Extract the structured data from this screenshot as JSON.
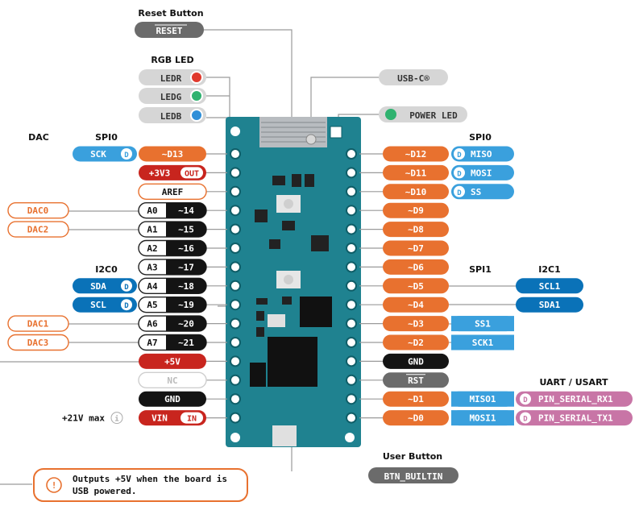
{
  "headers": {
    "reset_button": "Reset Button",
    "rgb_led": "RGB LED",
    "dac": "DAC",
    "spi0_left": "SPI0",
    "spi0_right": "SPI0",
    "i2c0": "I2C0",
    "spi1": "SPI1",
    "i2c1": "I2C1",
    "uart": "UART / USART",
    "user_button": "User Button"
  },
  "top_labels": {
    "reset": "RESET",
    "ledr": "LEDR",
    "ledg": "LEDG",
    "ledb": "LEDB",
    "usbc": "USB-C®",
    "power_led": "POWER LED",
    "btn_builtin": "BTN_BUILTIN"
  },
  "left_pins": [
    {
      "pin": "~D13"
    },
    {
      "pin": "+3V3",
      "tag": "OUT"
    },
    {
      "pin": "AREF"
    },
    {
      "pin": "A0",
      "alt": "~14",
      "dac": "DAC0"
    },
    {
      "pin": "A1",
      "alt": "~15",
      "dac": "DAC2"
    },
    {
      "pin": "A2",
      "alt": "~16"
    },
    {
      "pin": "A3",
      "alt": "~17"
    },
    {
      "pin": "A4",
      "alt": "~18",
      "i2c": "SDA"
    },
    {
      "pin": "A5",
      "alt": "~19",
      "i2c": "SCL"
    },
    {
      "pin": "A6",
      "alt": "~20",
      "dac": "DAC1"
    },
    {
      "pin": "A7",
      "alt": "~21",
      "dac": "DAC3"
    },
    {
      "pin": "+5V"
    },
    {
      "pin": "NC"
    },
    {
      "pin": "GND"
    },
    {
      "pin": "VIN",
      "tag": "IN",
      "note": "+21V max"
    }
  ],
  "spi0_left_sck": "SCK",
  "right_pins": [
    {
      "pin": "~D12",
      "spi0": "MISO"
    },
    {
      "pin": "~D11",
      "spi0": "MOSI"
    },
    {
      "pin": "~D10",
      "spi0": "SS"
    },
    {
      "pin": "~D9"
    },
    {
      "pin": "~D8"
    },
    {
      "pin": "~D7"
    },
    {
      "pin": "~D6"
    },
    {
      "pin": "~D5",
      "i2c1": "SCL1"
    },
    {
      "pin": "~D4",
      "i2c1": "SDA1"
    },
    {
      "pin": "~D3",
      "spi1": "SS1"
    },
    {
      "pin": "~D2",
      "spi1": "SCK1"
    },
    {
      "pin": "GND"
    },
    {
      "pin": "RST"
    },
    {
      "pin": "~D1",
      "spi1": "MISO1",
      "uart": "PIN_SERIAL_RX1"
    },
    {
      "pin": "~D0",
      "spi1": "MOSI1",
      "uart": "PIN_SERIAL_TX1"
    }
  ],
  "digital_badge": "D",
  "info_icon": "i",
  "note": {
    "line1": "Outputs +5V when the board is",
    "line2": "USB powered.",
    "icon": "!"
  },
  "colors": {
    "orange": "#e8712f",
    "red": "#c8251e",
    "black": "#141414",
    "gray": "#6b6b6b",
    "lightgray": "#d6d6d6",
    "blue": "#0a72b8",
    "lightblue": "#3aa0dd",
    "pink": "#c875a6",
    "teal_board": "#1e7e8a"
  }
}
